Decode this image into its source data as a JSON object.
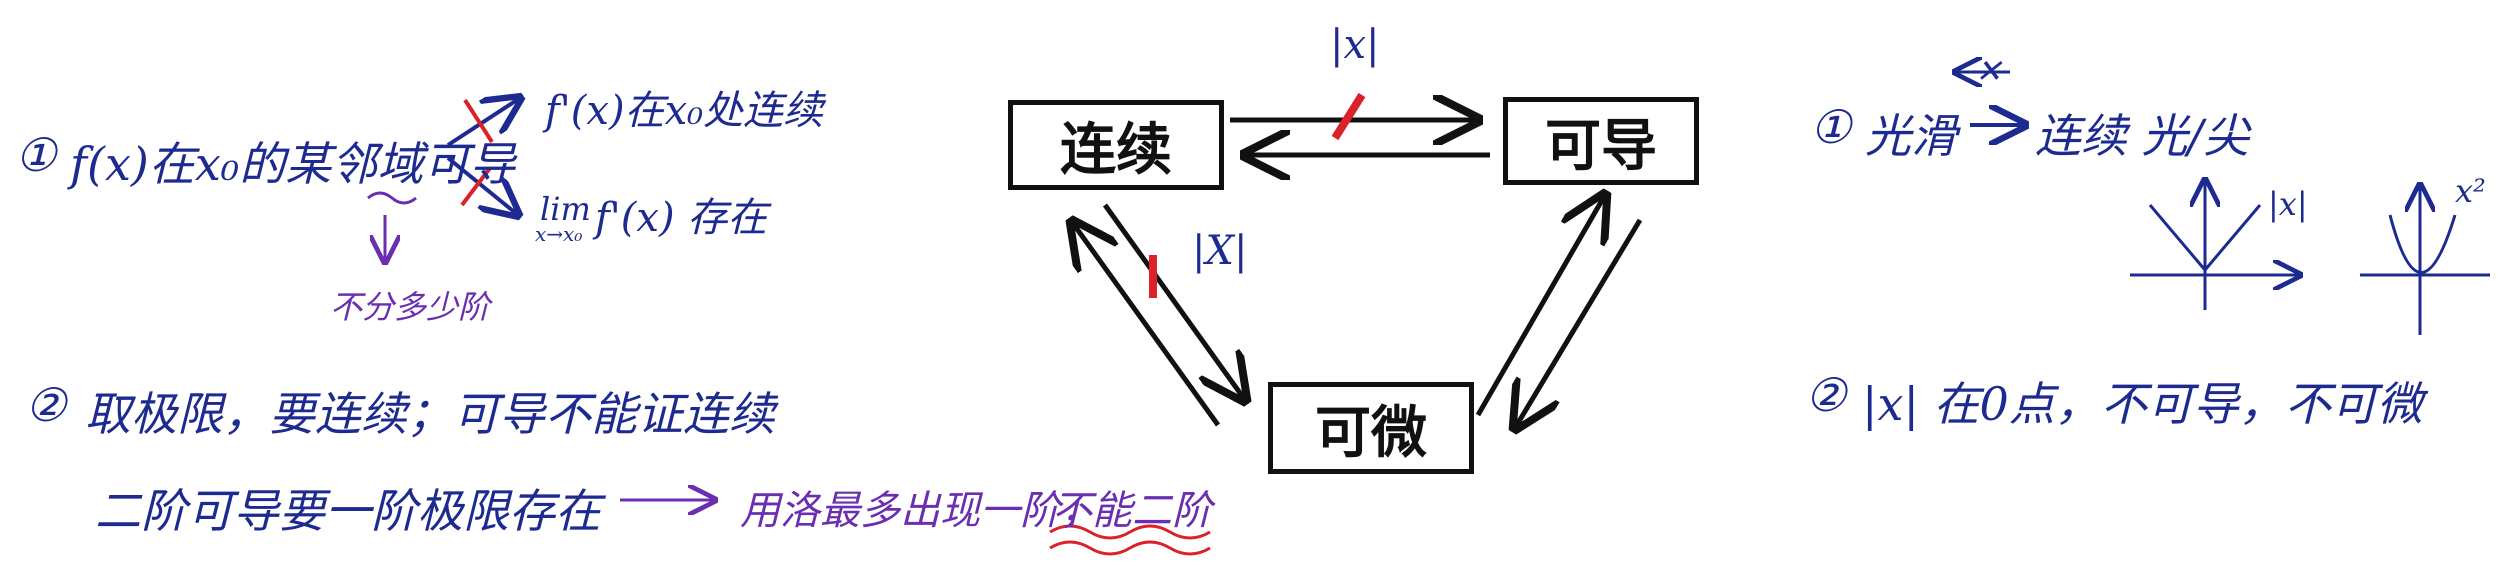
{
  "nodes": {
    "continuous": "连续",
    "derivable": "可导",
    "differentiable": "可微"
  },
  "edge_labels": {
    "top": "|x|",
    "left": "|X|"
  },
  "left_notes": {
    "note1_circle": "①",
    "note1_main": "f(x)在x₀的某邻域可导",
    "note1_result1": "f'(x)在x₀处连续",
    "note1_lim": "lim",
    "note1_lim_sub": "x→x₀",
    "note1_result2": "f'(x) 存在",
    "note1_sub": "不分多少阶",
    "note2_circle": "②",
    "note2_main": "取极限，要连续；可导不能证连续",
    "note3_main": "二阶可导要一阶极限存在",
    "note3_result_a": "用洛最多出现一阶，",
    "note3_result_b": "不能二阶"
  },
  "right_notes": {
    "r1_circle": "①",
    "r1_a": "光滑",
    "r1_arrow_label": "✕",
    "r1_b": "连续 光/尖",
    "graph1_label": "|x|",
    "graph2_label": "x²",
    "r2_circle": "②",
    "r2_main": "|x| 在0点，不可导，不可微"
  },
  "colors": {
    "ink": "#1d2a8f",
    "accent": "#6a2fb0",
    "strike": "#d9222a",
    "box": "#111111"
  }
}
